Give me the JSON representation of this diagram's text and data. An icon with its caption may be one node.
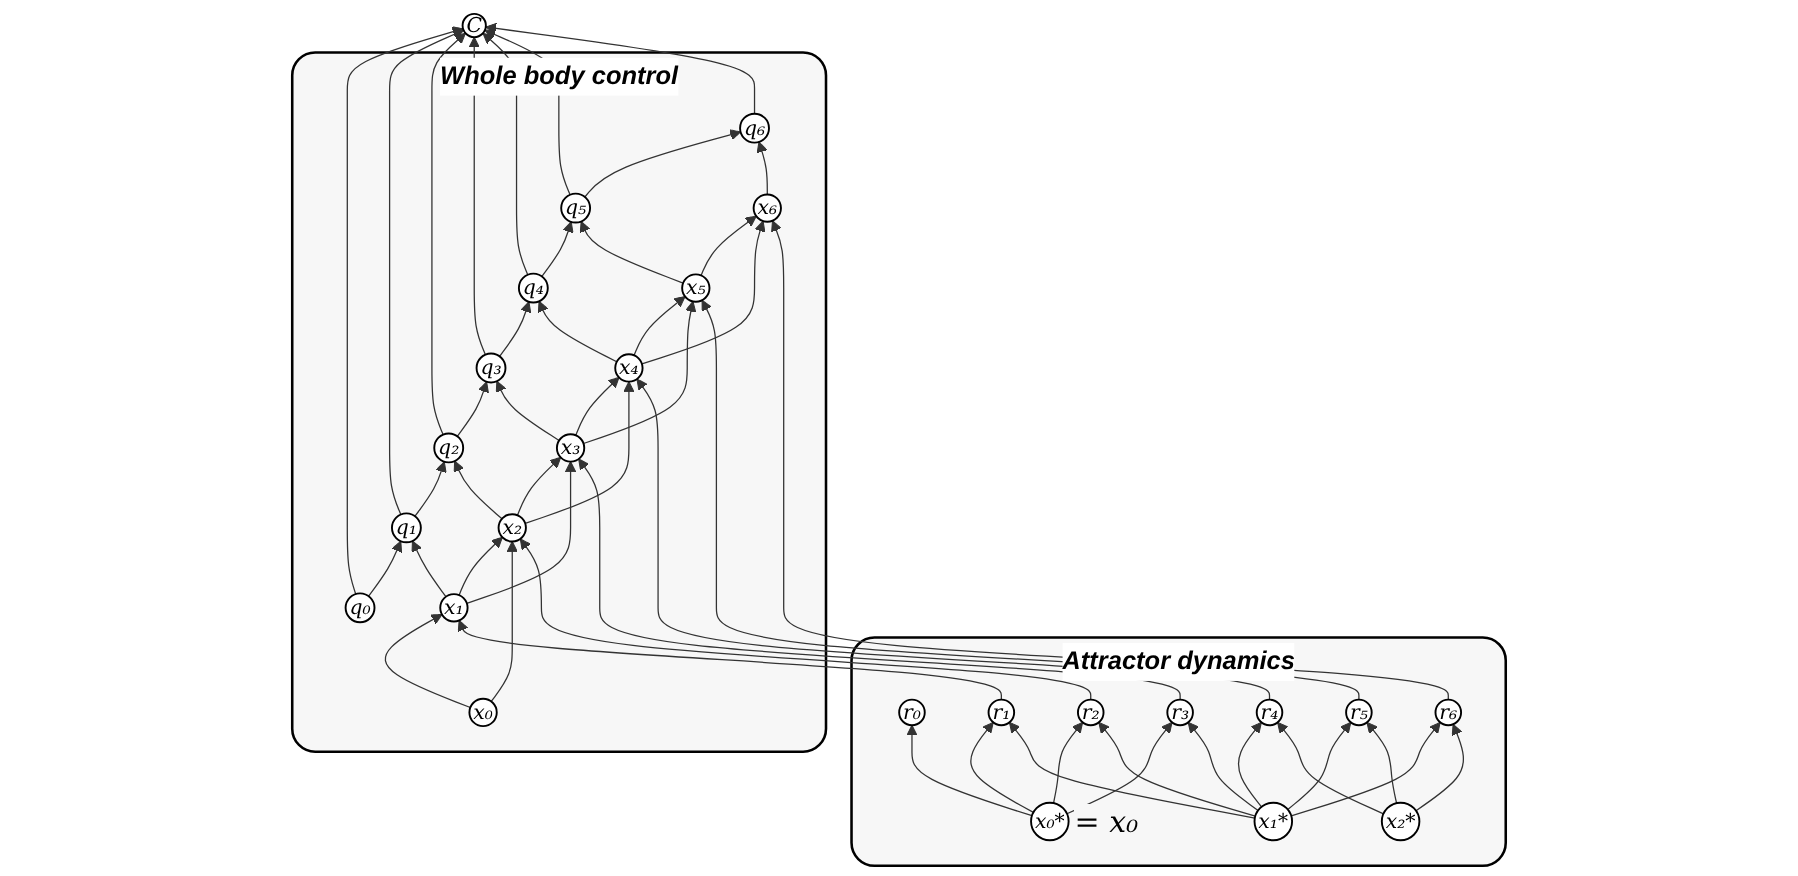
{
  "diagram": {
    "nodes": [
      {
        "text": [
          "C"
        ]
      },
      {
        "text": [
          "Whole body control"
        ]
      },
      {
        "text": [
          "q₀"
        ],
        "in": 1
      },
      {
        "text": [
          "q₁"
        ],
        "in": 1
      },
      {
        "text": [
          "q₂"
        ],
        "in": 1
      },
      {
        "text": [
          "q₃"
        ],
        "in": 1
      },
      {
        "text": [
          "q₄"
        ],
        "in": 1
      },
      {
        "text": [
          "q₅"
        ],
        "in": 1
      },
      {
        "text": [
          "q₆"
        ],
        "in": 1
      },
      {
        "text": [
          "x₀"
        ],
        "in": 1
      },
      {
        "text": [
          "x₁"
        ],
        "in": 1
      },
      {
        "text": [
          "x₂"
        ],
        "in": 1
      },
      {
        "text": [
          "x₃"
        ],
        "in": 1
      },
      {
        "text": [
          "x₄"
        ],
        "in": 1
      },
      {
        "text": [
          "x₅"
        ],
        "in": 1
      },
      {
        "text": [
          "x₆"
        ],
        "in": 1
      },
      {
        "text": [
          "Attractor dynamics"
        ]
      },
      {
        "text": [
          "r₀"
        ],
        "in": 16
      },
      {
        "text": [
          "r₁"
        ],
        "in": 16
      },
      {
        "text": [
          "r₂"
        ],
        "in": 16
      },
      {
        "text": [
          "r₃"
        ],
        "in": 16
      },
      {
        "text": [
          "r₄"
        ],
        "in": 16
      },
      {
        "text": [
          "r₅"
        ],
        "in": 16
      },
      {
        "text": [
          "r₆"
        ],
        "in": 16
      },
      {
        "text": [
          "x₀*"
        ],
        "in": 16,
        "beside": [
          "= x₀"
        ]
      },
      {
        "text": [
          "x₁*"
        ],
        "in": 16
      },
      {
        "text": [
          "x₂*"
        ],
        "in": 16
      }
    ],
    "edges": [
      {
        "from": 2,
        "to": 0,
        "arrow": "to"
      },
      {
        "from": 3,
        "to": 0,
        "arrow": "to"
      },
      {
        "from": 4,
        "to": 0,
        "arrow": "to"
      },
      {
        "from": 5,
        "to": 0,
        "arrow": "to"
      },
      {
        "from": 6,
        "to": 0,
        "arrow": "to"
      },
      {
        "from": 7,
        "to": 0,
        "arrow": "to"
      },
      {
        "from": 8,
        "to": 0,
        "arrow": "to"
      },
      {
        "from": 2,
        "to": 3,
        "arrow": "to"
      },
      {
        "from": 3,
        "to": 4,
        "arrow": "to"
      },
      {
        "from": 4,
        "to": 5,
        "arrow": "to"
      },
      {
        "from": 5,
        "to": 6,
        "arrow": "to"
      },
      {
        "from": 6,
        "to": 7,
        "arrow": "to"
      },
      {
        "from": 7,
        "to": 8,
        "arrow": "to"
      },
      {
        "from": 10,
        "to": 3,
        "arrow": "to"
      },
      {
        "from": 11,
        "to": 4,
        "arrow": "to"
      },
      {
        "from": 12,
        "to": 5,
        "arrow": "to"
      },
      {
        "from": 13,
        "to": 6,
        "arrow": "to"
      },
      {
        "from": 14,
        "to": 7,
        "arrow": "to"
      },
      {
        "from": 15,
        "to": 8,
        "arrow": "to"
      },
      {
        "from": 9,
        "to": 10,
        "arrow": "to"
      },
      {
        "from": 10,
        "to": 11,
        "arrow": "to"
      },
      {
        "from": 11,
        "to": 12,
        "arrow": "to"
      },
      {
        "from": 12,
        "to": 13,
        "arrow": "to"
      },
      {
        "from": 13,
        "to": 14,
        "arrow": "to"
      },
      {
        "from": 14,
        "to": 15,
        "arrow": "to"
      },
      {
        "from": 9,
        "to": 11,
        "arrow": "to"
      },
      {
        "from": 10,
        "to": 12,
        "arrow": "to"
      },
      {
        "from": 11,
        "to": 13,
        "arrow": "to"
      },
      {
        "from": 12,
        "to": 14,
        "arrow": "to"
      },
      {
        "from": 13,
        "to": 15,
        "arrow": "to"
      },
      {
        "from": 18,
        "to": 10,
        "arrow": "to"
      },
      {
        "from": 19,
        "to": 11,
        "arrow": "to"
      },
      {
        "from": 20,
        "to": 12,
        "arrow": "to"
      },
      {
        "from": 21,
        "to": 13,
        "arrow": "to"
      },
      {
        "from": 22,
        "to": 14,
        "arrow": "to"
      },
      {
        "from": 23,
        "to": 15,
        "arrow": "to"
      },
      {
        "from": 24,
        "to": 17,
        "arrow": "to"
      },
      {
        "from": 24,
        "to": 18,
        "arrow": "to"
      },
      {
        "from": 24,
        "to": 19,
        "arrow": "to"
      },
      {
        "from": 24,
        "to": 20,
        "arrow": "to"
      },
      {
        "from": 25,
        "to": 18,
        "arrow": "to"
      },
      {
        "from": 25,
        "to": 19,
        "arrow": "to"
      },
      {
        "from": 25,
        "to": 20,
        "arrow": "to"
      },
      {
        "from": 25,
        "to": 21,
        "arrow": "to"
      },
      {
        "from": 25,
        "to": 22,
        "arrow": "to"
      },
      {
        "from": 25,
        "to": 23,
        "arrow": "to"
      },
      {
        "from": 26,
        "to": 21,
        "arrow": "to"
      },
      {
        "from": 26,
        "to": 22,
        "arrow": "to"
      },
      {
        "from": 26,
        "to": 23,
        "arrow": "to"
      }
    ]
  }
}
